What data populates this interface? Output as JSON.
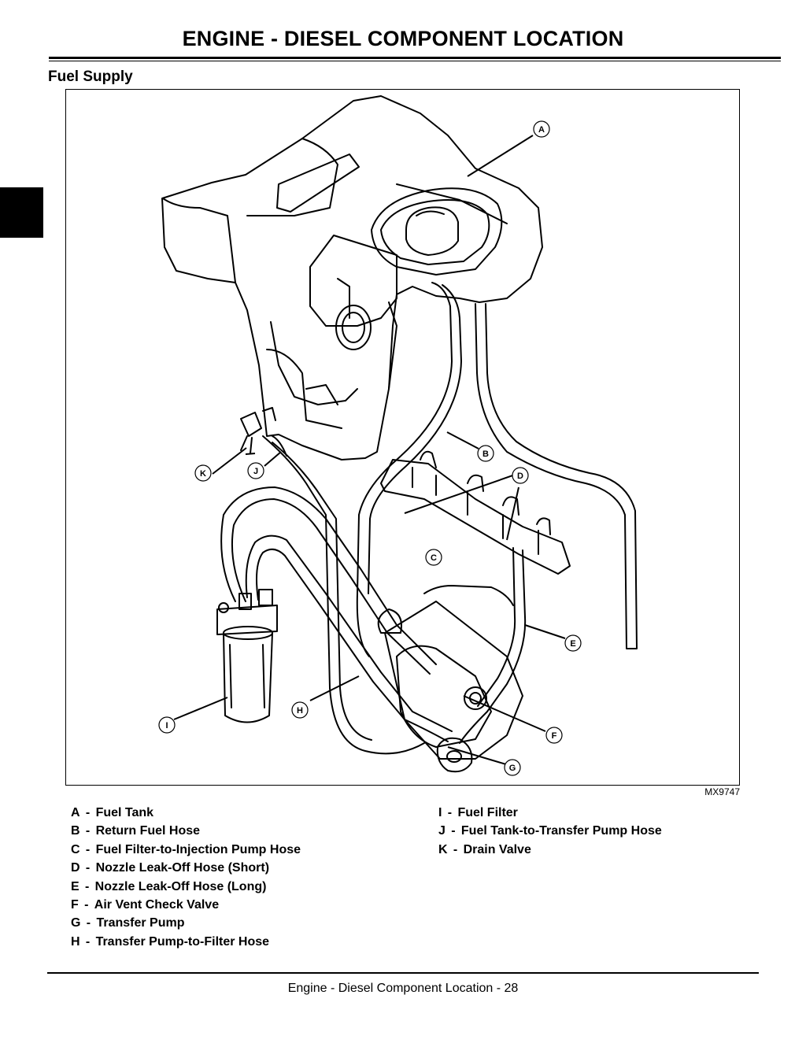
{
  "page": {
    "title": "ENGINE - DIESEL   COMPONENT LOCATION",
    "section": "Fuel Supply",
    "figure_id": "MX9747",
    "footer": "Engine - Diesel   Component Location  - 28"
  },
  "callouts": {
    "A": "A",
    "B": "B",
    "C": "C",
    "D": "D",
    "E": "E",
    "F": "F",
    "G": "G",
    "H": "H",
    "I": "I",
    "J": "J",
    "K": "K"
  },
  "legend_left": [
    {
      "letter": "A",
      "text": "Fuel Tank"
    },
    {
      "letter": "B",
      "text": "Return Fuel Hose"
    },
    {
      "letter": "C",
      "text": "Fuel Filter-to-Injection Pump Hose"
    },
    {
      "letter": "D",
      "text": "Nozzle Leak-Off Hose (Short)"
    },
    {
      "letter": "E",
      "text": "Nozzle Leak-Off Hose (Long)"
    },
    {
      "letter": "F",
      "text": "Air Vent Check Valve"
    },
    {
      "letter": "G",
      "text": "Transfer Pump"
    },
    {
      "letter": "H",
      "text": "Transfer Pump-to-Filter Hose"
    }
  ],
  "legend_right": [
    {
      "letter": "I",
      "text": "Fuel Filter"
    },
    {
      "letter": "J",
      "text": "Fuel Tank-to-Transfer Pump Hose"
    },
    {
      "letter": "K",
      "text": "Drain Valve"
    }
  ],
  "legend_separator": "-"
}
